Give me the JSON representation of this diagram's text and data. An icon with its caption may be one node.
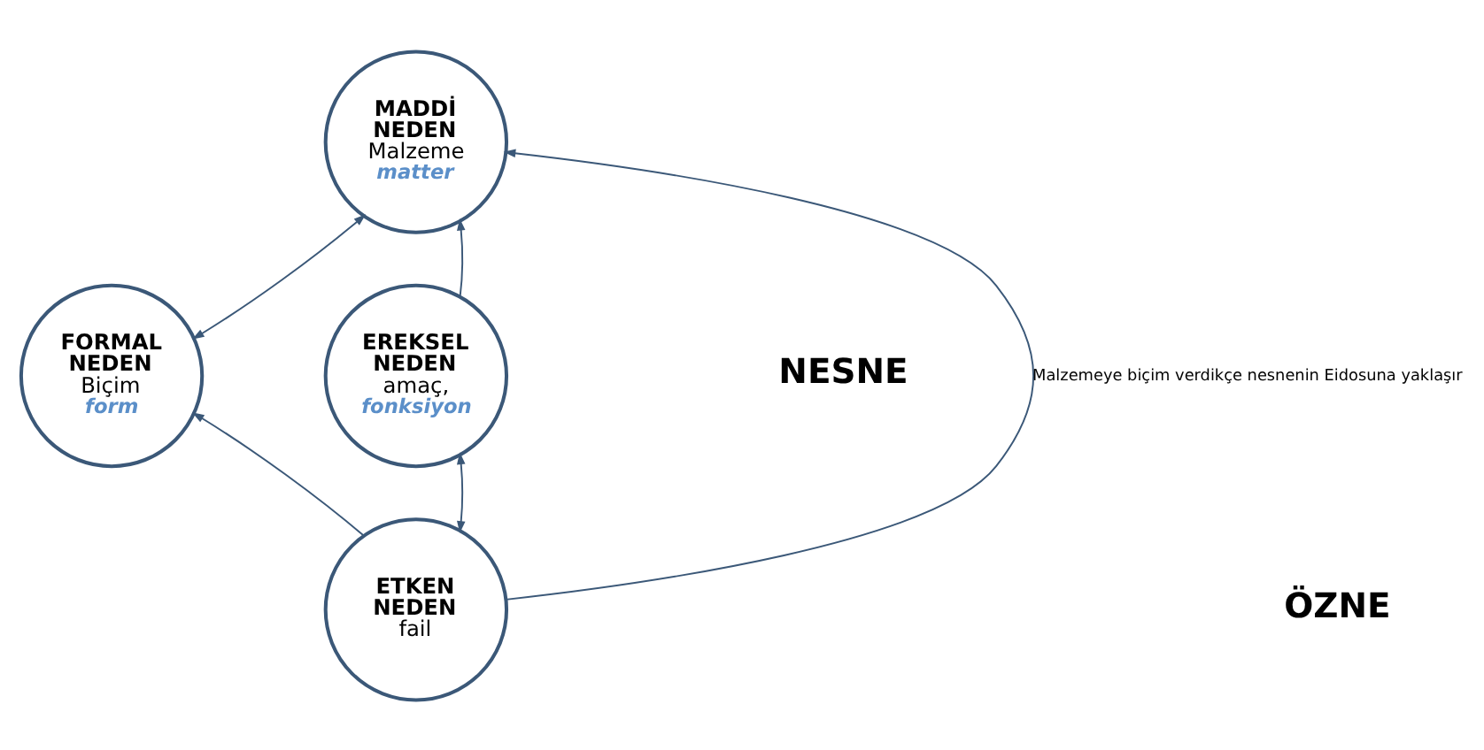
{
  "diagram": {
    "nodes": [
      {
        "text": [
          "MADDİ NEDEN",
          "Malzeme",
          "matter"
        ]
      },
      {
        "text": [
          "FORMAL NEDEN",
          "Biçim",
          "form"
        ]
      },
      {
        "text": [
          "EREKSEL NEDEN",
          "amaç,",
          "fonksiyon"
        ]
      },
      {
        "text": [
          "ETKEN NEDEN",
          "fail"
        ]
      }
    ],
    "edges": [
      {
        "from": 1,
        "to": 0,
        "arrow": "both"
      },
      {
        "from": 2,
        "to": 0,
        "arrow": "to"
      },
      {
        "from": 3,
        "to": 0,
        "arrow": "to",
        "label": "Malzemeye biçim verdikçe nesnenin Eidosuna yaklaşır"
      },
      {
        "from": 3,
        "to": 1,
        "arrow": "to"
      },
      {
        "from": 2,
        "to": 3,
        "arrow": "both"
      }
    ],
    "labels": [
      "NESNE",
      "ÖZNE"
    ]
  }
}
